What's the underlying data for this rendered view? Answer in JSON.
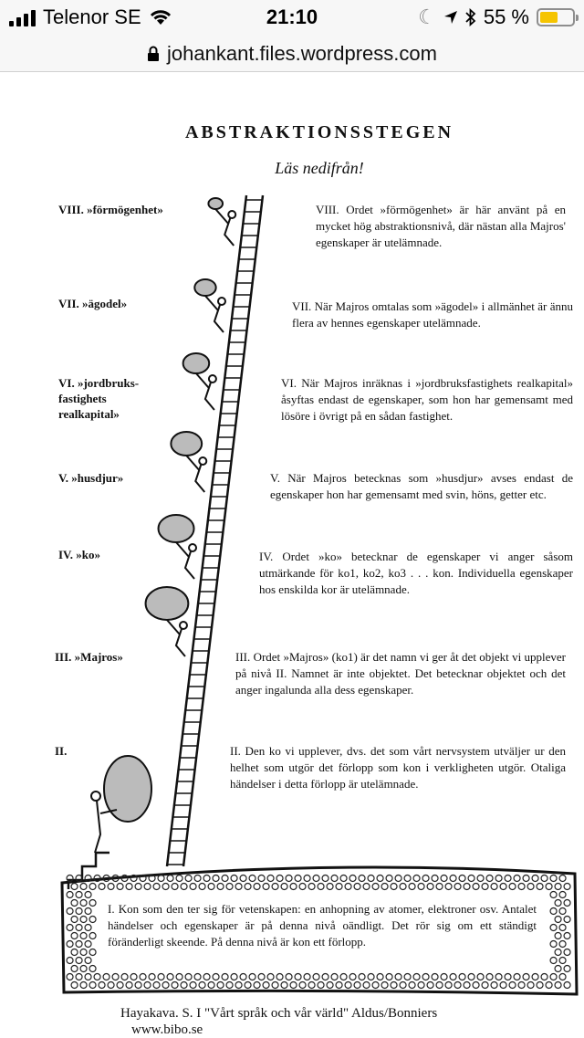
{
  "status": {
    "carrier": "Telenor SE",
    "time": "21:10",
    "battery": "55 %",
    "battery_level": 0.55
  },
  "browser": {
    "url": "johankant.files.wordpress.com"
  },
  "article": {
    "title": "ABSTRAKTIONSSTEGEN",
    "subtitle": "Läs nedifrån!",
    "levels": [
      {
        "label": "VIII. »förmögenhet»",
        "text": "VIII. Ordet »förmögenhet» är här använt på en mycket hög abstraktionsnivå, där nästan alla Majros' egenskaper är utelämnade."
      },
      {
        "label": "VII. »ägodel»",
        "text": "VII. När Majros omtalas som »ägodel» i allmänhet är ännu flera av hennes egenskaper utelämnade."
      },
      {
        "label": "VI. »jordbruks-fastighets realkapital»",
        "text": "VI. När Majros inräknas i »jordbruksfastighets realkapital» åsyftas endast de egenskaper, som hon har gemensamt med lösöre i övrigt på en sådan fastighet."
      },
      {
        "label": "V. »husdjur»",
        "text": "V. När Majros betecknas som »husdjur» avses endast de egenskaper hon har gemensamt med svin, höns, getter etc."
      },
      {
        "label": "IV. »ko»",
        "text": "IV. Ordet »ko» betecknar de egenskaper vi anger såsom utmärkande för ko1, ko2, ko3 . . . kon. Individuella egenskaper hos enskilda kor är utelämnade."
      },
      {
        "label": "III. »Majros»",
        "text": "III. Ordet »Majros» (ko1) är det namn vi ger åt det objekt vi upplever på nivå II. Namnet är inte objektet. Det betecknar objektet och det anger ingalunda alla dess egenskaper."
      },
      {
        "label": "II.",
        "text": "II. Den ko vi upplever, dvs. det som vårt nervsystem utväljer ur den helhet som utgör det förlopp som kon i verkligheten utgör. Otaliga händelser i detta förlopp är utelämnade."
      }
    ],
    "ground_text": "I. Kon som den ter sig för vetenskapen: en anhopning av atomer, elektroner osv. Antalet händelser och egenskaper är på denna nivå oändligt. Det rör sig om ett ständigt föränderligt skeende. På denna nivå är kon ett förlopp.",
    "caption_line1": "Hayakava. S. I  \"Vårt språk och vår värld\"  Aldus/Bonniers",
    "caption_line2": "www.bibo.se"
  }
}
